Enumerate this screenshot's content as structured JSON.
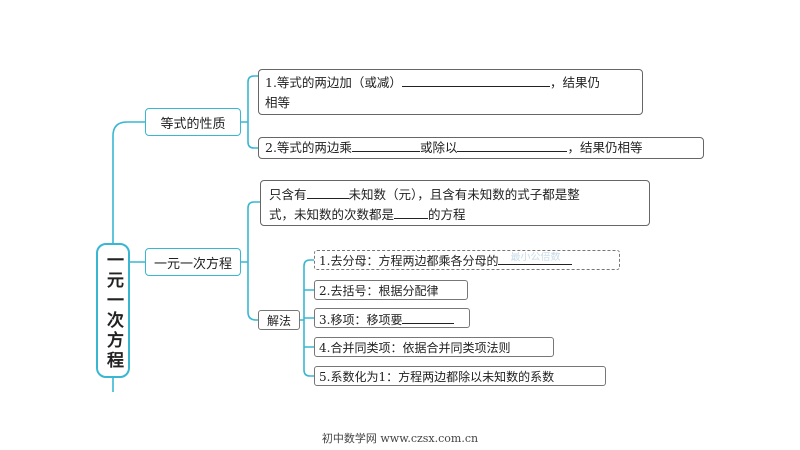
{
  "root": {
    "label": "一元一次方程"
  },
  "branches": {
    "properties": {
      "label": "等式的性质",
      "item1": {
        "before": "1.等式的两边加（或减）",
        "after": "，结果仍",
        "line2": "相等"
      },
      "item2": {
        "before": "2.等式的两边乘",
        "middle": "或除以",
        "after": "，结果仍相等"
      }
    },
    "equation": {
      "label": "一元一次方程",
      "definition": {
        "p1": "只含有",
        "p2": "未知数（元），且含有未知数的式子都是整",
        "p3": "式，未知数的次数都是",
        "p4": "的方程"
      },
      "solution": {
        "label": "解法",
        "steps": [
          "1.去分母：方程两边都乘各分母的",
          "2.去括号：根据分配律",
          "3.移项：移项要",
          "4.合并同类项：依据合并同类项法则",
          "5.系数化为1：方程两边都除以未知数的系数"
        ],
        "step1_faint": "最小公倍数"
      }
    }
  },
  "footer": "初中数学网 www.czsx.com.cn",
  "colors": {
    "accent": "#39b7d2",
    "border": "#666666"
  }
}
